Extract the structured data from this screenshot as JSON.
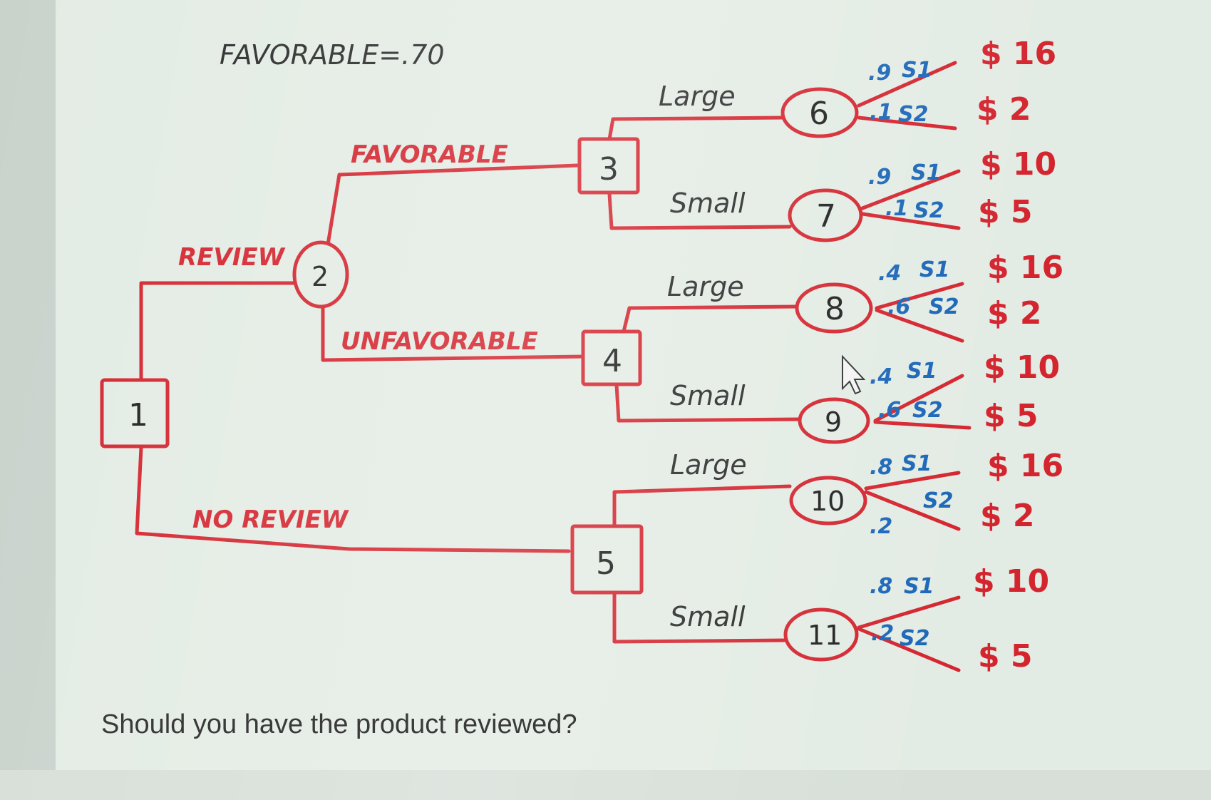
{
  "header": {
    "prior_text": "FAVORABLE=.70"
  },
  "branches": {
    "review": "REVIEW",
    "no_review": "NO REVIEW",
    "favorable": "FAVORABLE",
    "unfavorable": "UNFAVORABLE",
    "large": "Large",
    "small": "Small"
  },
  "nodes": {
    "n1": "1",
    "n2": "2",
    "n3": "3",
    "n4": "4",
    "n5": "5",
    "n6": "6",
    "n7": "7",
    "n8": "8",
    "n9": "9",
    "n10": "10",
    "n11": "11"
  },
  "outcomes": [
    {
      "node": "6",
      "p1": ".9",
      "s1": "S1",
      "pay1": "$ 16",
      "p2": ".1",
      "s2": "S2",
      "pay2": "$ 2"
    },
    {
      "node": "7",
      "p1": ".9",
      "s1": "S1",
      "pay1": "$ 10",
      "p2": ".1",
      "s2": "S2",
      "pay2": "$ 5"
    },
    {
      "node": "8",
      "p1": ".4",
      "s1": "S1",
      "pay1": "$ 16",
      "p2": ".6",
      "s2": "S2",
      "pay2": "$ 2"
    },
    {
      "node": "9",
      "p1": ".4",
      "s1": "S1",
      "pay1": "$ 10",
      "p2": ".6",
      "s2": "S2",
      "pay2": "$ 5"
    },
    {
      "node": "10",
      "p1": ".8",
      "s1": "S1",
      "pay1": "$ 16",
      "p2": ".2",
      "s2": "S2",
      "pay2": "$ 2"
    },
    {
      "node": "11",
      "p1": ".8",
      "s1": "S1",
      "pay1": "$ 10",
      "p2": ".2",
      "s2": "S2",
      "pay2": "$ 5"
    }
  ],
  "question": "Should you have the product reviewed?",
  "colors": {
    "tree_red": "#d4252f",
    "prob_blue": "#1b66b8",
    "background": "#e3ece4"
  }
}
